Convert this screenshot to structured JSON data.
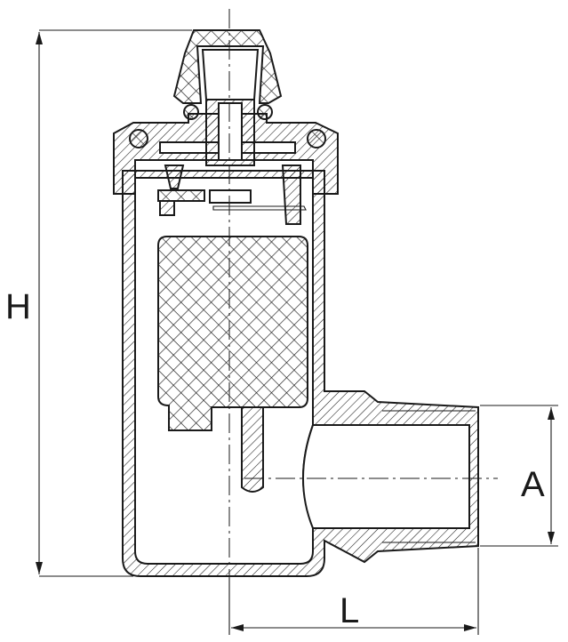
{
  "labels": {
    "height": "H",
    "length": "L",
    "thread": "A"
  },
  "colors": {
    "ink": "#1a1a1a",
    "paper": "#ffffff"
  }
}
